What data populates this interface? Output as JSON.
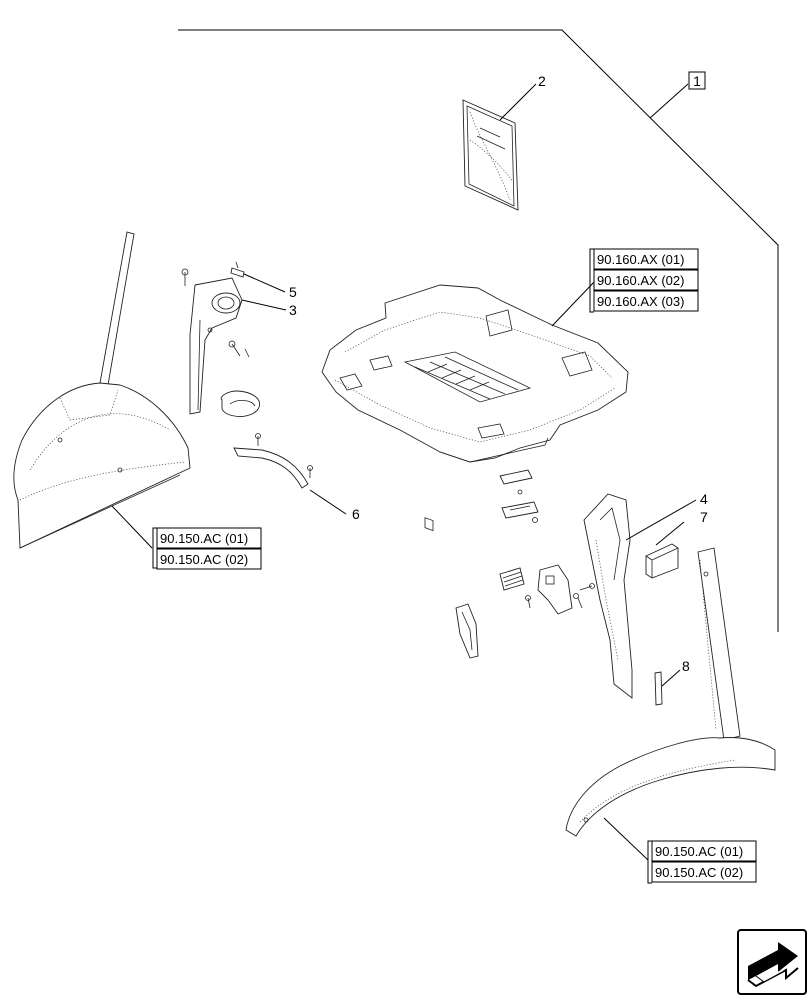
{
  "callouts": {
    "c1": "1",
    "c2": "2",
    "c3": "3",
    "c4": "4",
    "c5": "5",
    "c6": "6",
    "c7": "7",
    "c8": "8"
  },
  "refs": {
    "roof": [
      "90.160.AX (01)",
      "90.160.AX (02)",
      "90.160.AX (03)"
    ],
    "left_fender": [
      "90.150.AC (01)",
      "90.150.AC (02)"
    ],
    "right_fender": [
      "90.150.AC (01)",
      "90.150.AC (02)"
    ]
  },
  "nav_icon": "arrow-navigation-icon",
  "colors": {
    "line": "#000000",
    "background": "#ffffff"
  }
}
